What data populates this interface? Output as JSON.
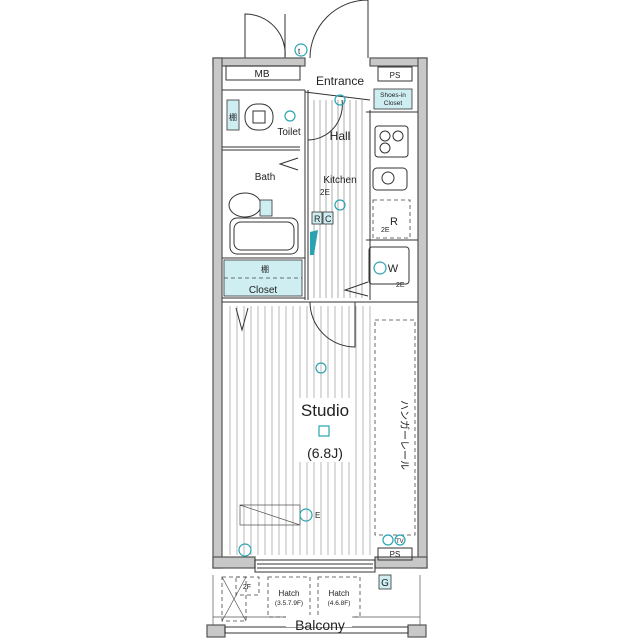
{
  "plan": {
    "rooms": {
      "mb": "MB",
      "entrance": "Entrance",
      "ps_top": "PS",
      "shoes_closet_1": "Shoes-in",
      "shoes_closet_2": "Closet",
      "toilet": "Toilet",
      "shelf_toilet": "棚",
      "hall": "Hall",
      "kitchen": "Kitchen",
      "bath": "Bath",
      "shelf_closet": "棚",
      "closet": "Closet",
      "fridge": "R",
      "washer": "W",
      "studio": "Studio",
      "studio_size": "(6.8J)",
      "hanger_rail": "ハンガーレール",
      "ps_bottom": "PS",
      "gas": "G",
      "floor_2f": "2F",
      "hatch_1": "Hatch",
      "hatch_1_floors": "(3.5.7.9F)",
      "hatch_2": "Hatch",
      "hatch_2_floors": "(4.6.8F)",
      "balcony": "Balcony"
    },
    "symbols": {
      "tv": "TV",
      "e": "E",
      "two_e_1": "2E",
      "two_e_2": "2E",
      "two_e_3": "2E",
      "rc_r": "R",
      "rc_c": "C",
      "t": "t"
    },
    "colors": {
      "accent": "#2aa3b0",
      "closet_fill": "#cfeef2",
      "wall": "#c8c8c8"
    }
  }
}
